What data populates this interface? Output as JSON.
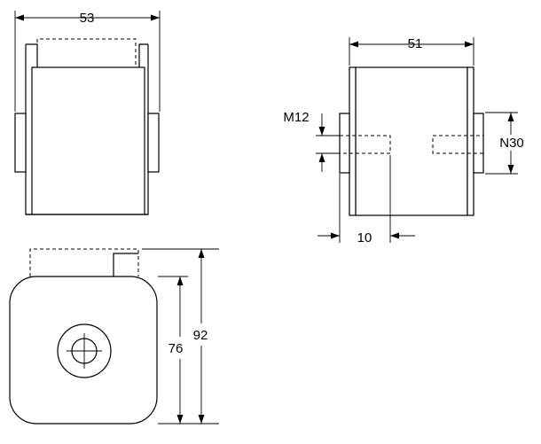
{
  "drawing": {
    "top_left_view": {
      "width_dim": "53"
    },
    "top_right_view": {
      "width_dim": "51",
      "thread_label": "M12",
      "hex_label": "N30",
      "offset_dim": "10"
    },
    "bottom_view": {
      "inner_height_dim": "76",
      "outer_height_dim": "92"
    }
  }
}
